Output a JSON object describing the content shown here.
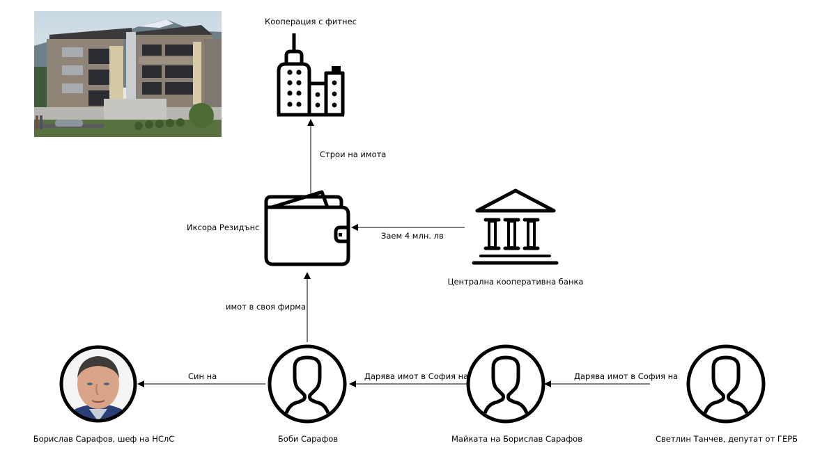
{
  "diagram": {
    "nodes": {
      "fitness": {
        "label": "Кооперация с фитнес",
        "icon": "city-buildings-icon"
      },
      "ixora": {
        "label": "Иксора Резидънс",
        "icon": "wallet-icon"
      },
      "bank": {
        "label": "Централна кооперативна банка",
        "icon": "bank-icon"
      },
      "borislav": {
        "label": "Борислав Сарафов, шеф на НСлС",
        "icon": "person-photo"
      },
      "bobi": {
        "label": "Боби Сарафов",
        "icon": "user-icon"
      },
      "mother": {
        "label": "Майката на Борислав Сарафов",
        "icon": "user-icon"
      },
      "svetlin": {
        "label": "Светлин Танчев, депутат от ГЕРБ",
        "icon": "user-icon"
      }
    },
    "edges": {
      "ixora_to_fitness": {
        "from": "ixora",
        "to": "fitness",
        "label": "Строи на имота"
      },
      "bank_to_ixora": {
        "from": "bank",
        "to": "ixora",
        "label": "Заем 4 млн. лв"
      },
      "bobi_to_ixora": {
        "from": "bobi",
        "to": "ixora",
        "label": "имот в своя фирма"
      },
      "bobi_to_borislav": {
        "from": "bobi",
        "to": "borislav",
        "label": "Син на"
      },
      "mother_to_bobi": {
        "from": "mother",
        "to": "bobi",
        "label": "Дарява имот в София на"
      },
      "svetlin_to_mother": {
        "from": "svetlin",
        "to": "mother",
        "label": "Дарява имот в София на"
      }
    },
    "images": {
      "building_photo": "building-rendering-photo"
    }
  }
}
